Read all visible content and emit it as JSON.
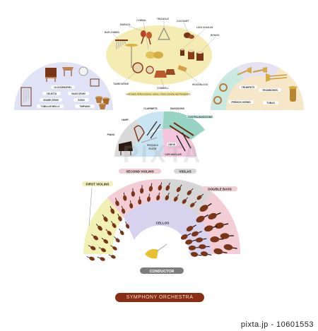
{
  "colors": {
    "percussion_bg": "#f4ecb2",
    "keyboard_bg": "#dfe3f5",
    "brass_bg": "#f6e7c9",
    "woodwind_left": "#d9d9d9",
    "woodwind_mid": "#c9e4f2",
    "woodwind_right": "#f3c6db",
    "woodwind_teal": "#98d4c4",
    "strings_first": "#f1f1b6",
    "strings_second": "#f3cdd6",
    "strings_violas": "#d6d6d6",
    "strings_cellos": "#d7d3ef",
    "strings_bass": "#f3cdd6",
    "title_plate": "#8a2d15",
    "wood": "#7a3416"
  },
  "percussion": {
    "labels": [
      "BAR CHIMES",
      "MARACA",
      "CYMBAL",
      "TRIANGLE",
      "CASTANET",
      "LION CHAKAN",
      "BONGO",
      "TAMBOURINE",
      "COWBELL",
      "WOODBLOCK"
    ],
    "caption": "UNTUNED PERCUSSION / SMALL PERCUSSION INSTRUMENTS"
  },
  "keyboard": {
    "labels": [
      "GLOCKENSPIEL",
      "CELESTA",
      "BASS DRUM",
      "SNARE DRUM",
      "GONG",
      "TUBULAR BELLS",
      "TIMPANIS"
    ]
  },
  "brass": {
    "labels": [
      "TRUMPETS",
      "TROMBONES",
      "FRENCH HORNS",
      "TUBAS"
    ]
  },
  "woodwinds": {
    "labels": [
      "HARP",
      "CLARINETS",
      "BASSOONS",
      "CONTRA-BASSOONS",
      "PIANO",
      "PICCOLO",
      "FLUTE",
      "OBOE",
      "COR ANGLAIS"
    ]
  },
  "strings": {
    "labels": [
      "FIRST VIOLINS",
      "SECOND VIOLINS",
      "VIOLAS",
      "DOUBLE BASS",
      "CELLOS"
    ]
  },
  "conductor": {
    "label": "CONDUCTOR"
  },
  "title": "SYMPHONY ORCHESTRA",
  "watermark": "PIXTA",
  "stock_id": "pixta.jp - 10601553"
}
